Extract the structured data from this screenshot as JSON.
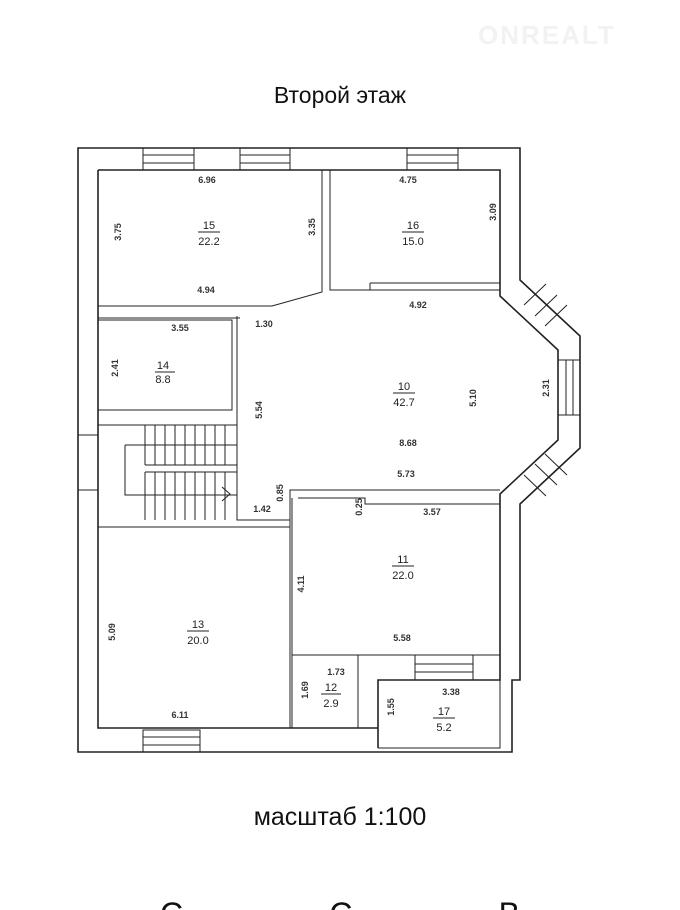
{
  "title": "Второй этаж",
  "scale": "масштаб 1:100",
  "watermark": "ONREALT",
  "footer_partial": [
    "С",
    "С",
    "В"
  ],
  "rooms": [
    {
      "number": "15",
      "area": "22.2"
    },
    {
      "number": "16",
      "area": "15.0"
    },
    {
      "number": "14",
      "area": "8.8"
    },
    {
      "number": "10",
      "area": "42.7"
    },
    {
      "number": "11",
      "area": "22.0"
    },
    {
      "number": "13",
      "area": "20.0"
    },
    {
      "number": "12",
      "area": "2.9"
    },
    {
      "number": "17",
      "area": "5.2"
    }
  ],
  "dims": {
    "r15_top": "6.96",
    "r15_left": "3.75",
    "r15_right": "3.35",
    "r15_bottom": "4.94",
    "r16_top": "4.75",
    "r16_right": "3.09",
    "r10_top": "4.92",
    "r10_door": "1.30",
    "r14_top": "3.55",
    "r14_left": "2.41",
    "r10_left": "5.54",
    "r10_right": "5.10",
    "bay": "2.31",
    "r10_mid": "8.68",
    "r10_bottom": "5.73",
    "hall_h": "0.85",
    "hall_w": "1.42",
    "niche": "0.25",
    "r11_top": "3.57",
    "r11_left": "4.11",
    "r11_bottom": "5.58",
    "r13_left": "5.09",
    "r13_bottom": "6.11",
    "r12_top": "1.73",
    "r12_left": "1.69",
    "r17_top": "3.38",
    "r17_left": "1.55"
  }
}
